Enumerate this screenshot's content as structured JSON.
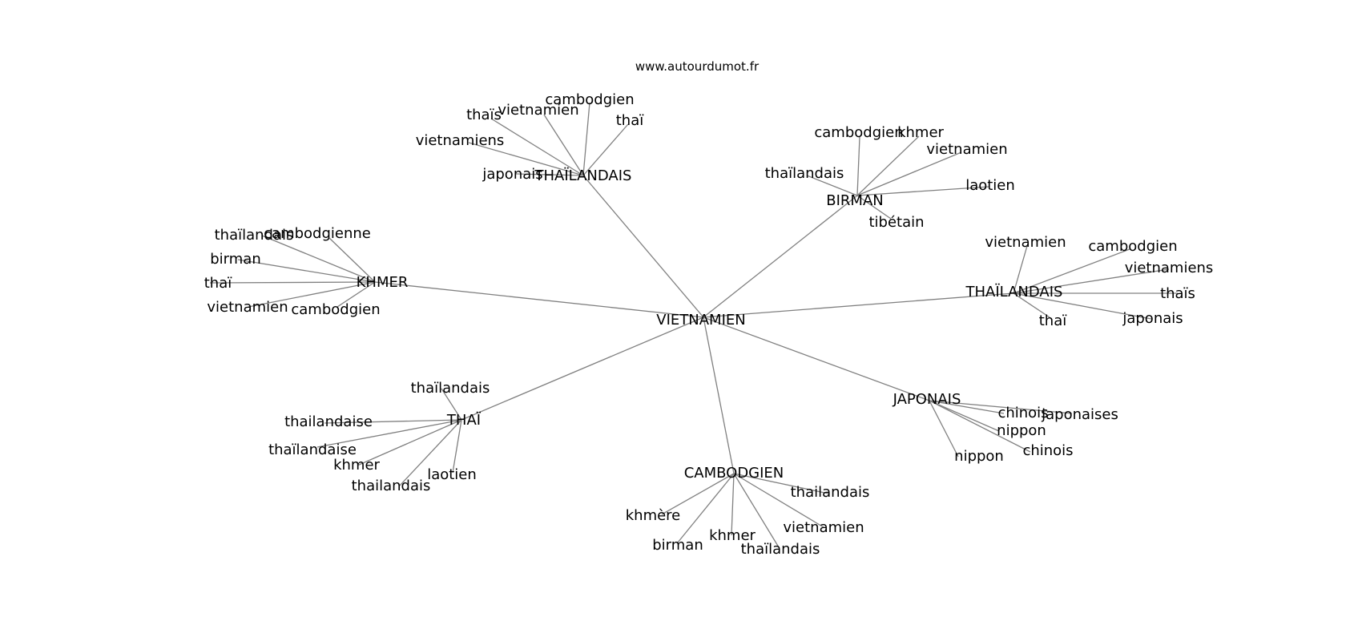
{
  "site": "www.autourdumot.fr",
  "center": "VIETNAMIEN",
  "clusters": [
    {
      "label": "THAÏLANDAIS",
      "leaves": [
        "cambodgien",
        "vietnamien",
        "thaïs",
        "thaï",
        "vietnamiens",
        "japonais"
      ]
    },
    {
      "label": "BIRMAN",
      "leaves": [
        "cambodgien",
        "khmer",
        "vietnamien",
        "thaïlandais",
        "laotien",
        "tibétain"
      ]
    },
    {
      "label": "KHMER",
      "leaves": [
        "thaïlandais",
        "cambodgienne",
        "birman",
        "thaï",
        "vietnamien",
        "cambodgien"
      ]
    },
    {
      "label": "THAÏLANDAIS",
      "leaves": [
        "vietnamien",
        "cambodgien",
        "vietnamiens",
        "thaïs",
        "japonais",
        "thaï"
      ]
    },
    {
      "label": "THAÏ",
      "leaves": [
        "thaïlandais",
        "thailandaise",
        "thaïlandaise",
        "khmer",
        "thailandais",
        "laotien"
      ]
    },
    {
      "label": "JAPONAIS",
      "leaves": [
        "chinois",
        "japonaises",
        "nippon",
        "chinois",
        "nippon"
      ]
    },
    {
      "label": "CAMBODGIEN",
      "leaves": [
        "thailandais",
        "khmère",
        "vietnamien",
        "birman",
        "khmer",
        "thaïlandais"
      ]
    }
  ]
}
